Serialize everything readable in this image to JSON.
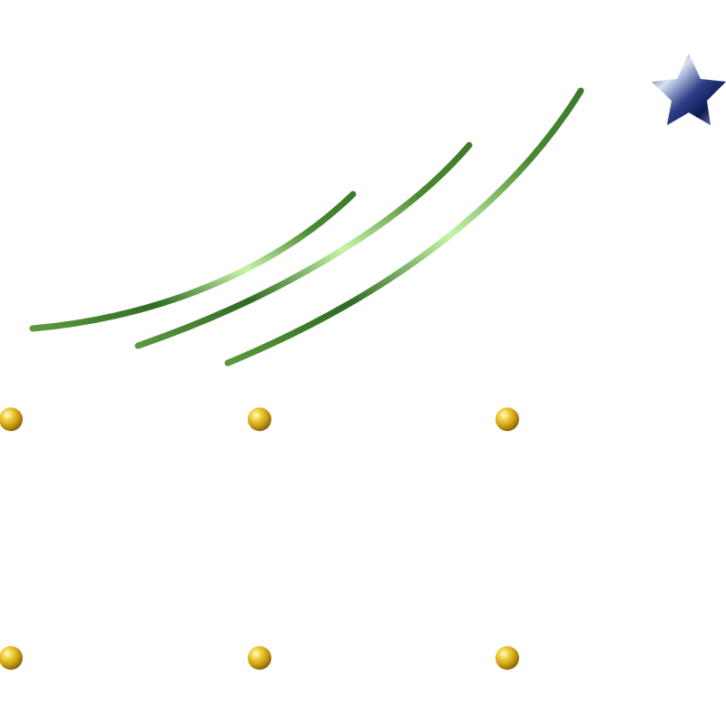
{
  "palette": {
    "background": "#ffffff",
    "green_dark": "#2f6b22",
    "green_mid": "#5a9a3e",
    "green_light": "#c6f5a8",
    "gold_dark": "#8a6a14",
    "gold_mid": "#d4af1e",
    "gold_light": "#fbeea0",
    "navy_dark": "#0e1a52",
    "navy_mid": "#2c3f88",
    "navy_light": "#d8e2f4"
  },
  "icons": {
    "star": "star-icon",
    "streaks": "swoosh-streak",
    "frame": "gold-frame",
    "ball": "gold-ball-node"
  }
}
